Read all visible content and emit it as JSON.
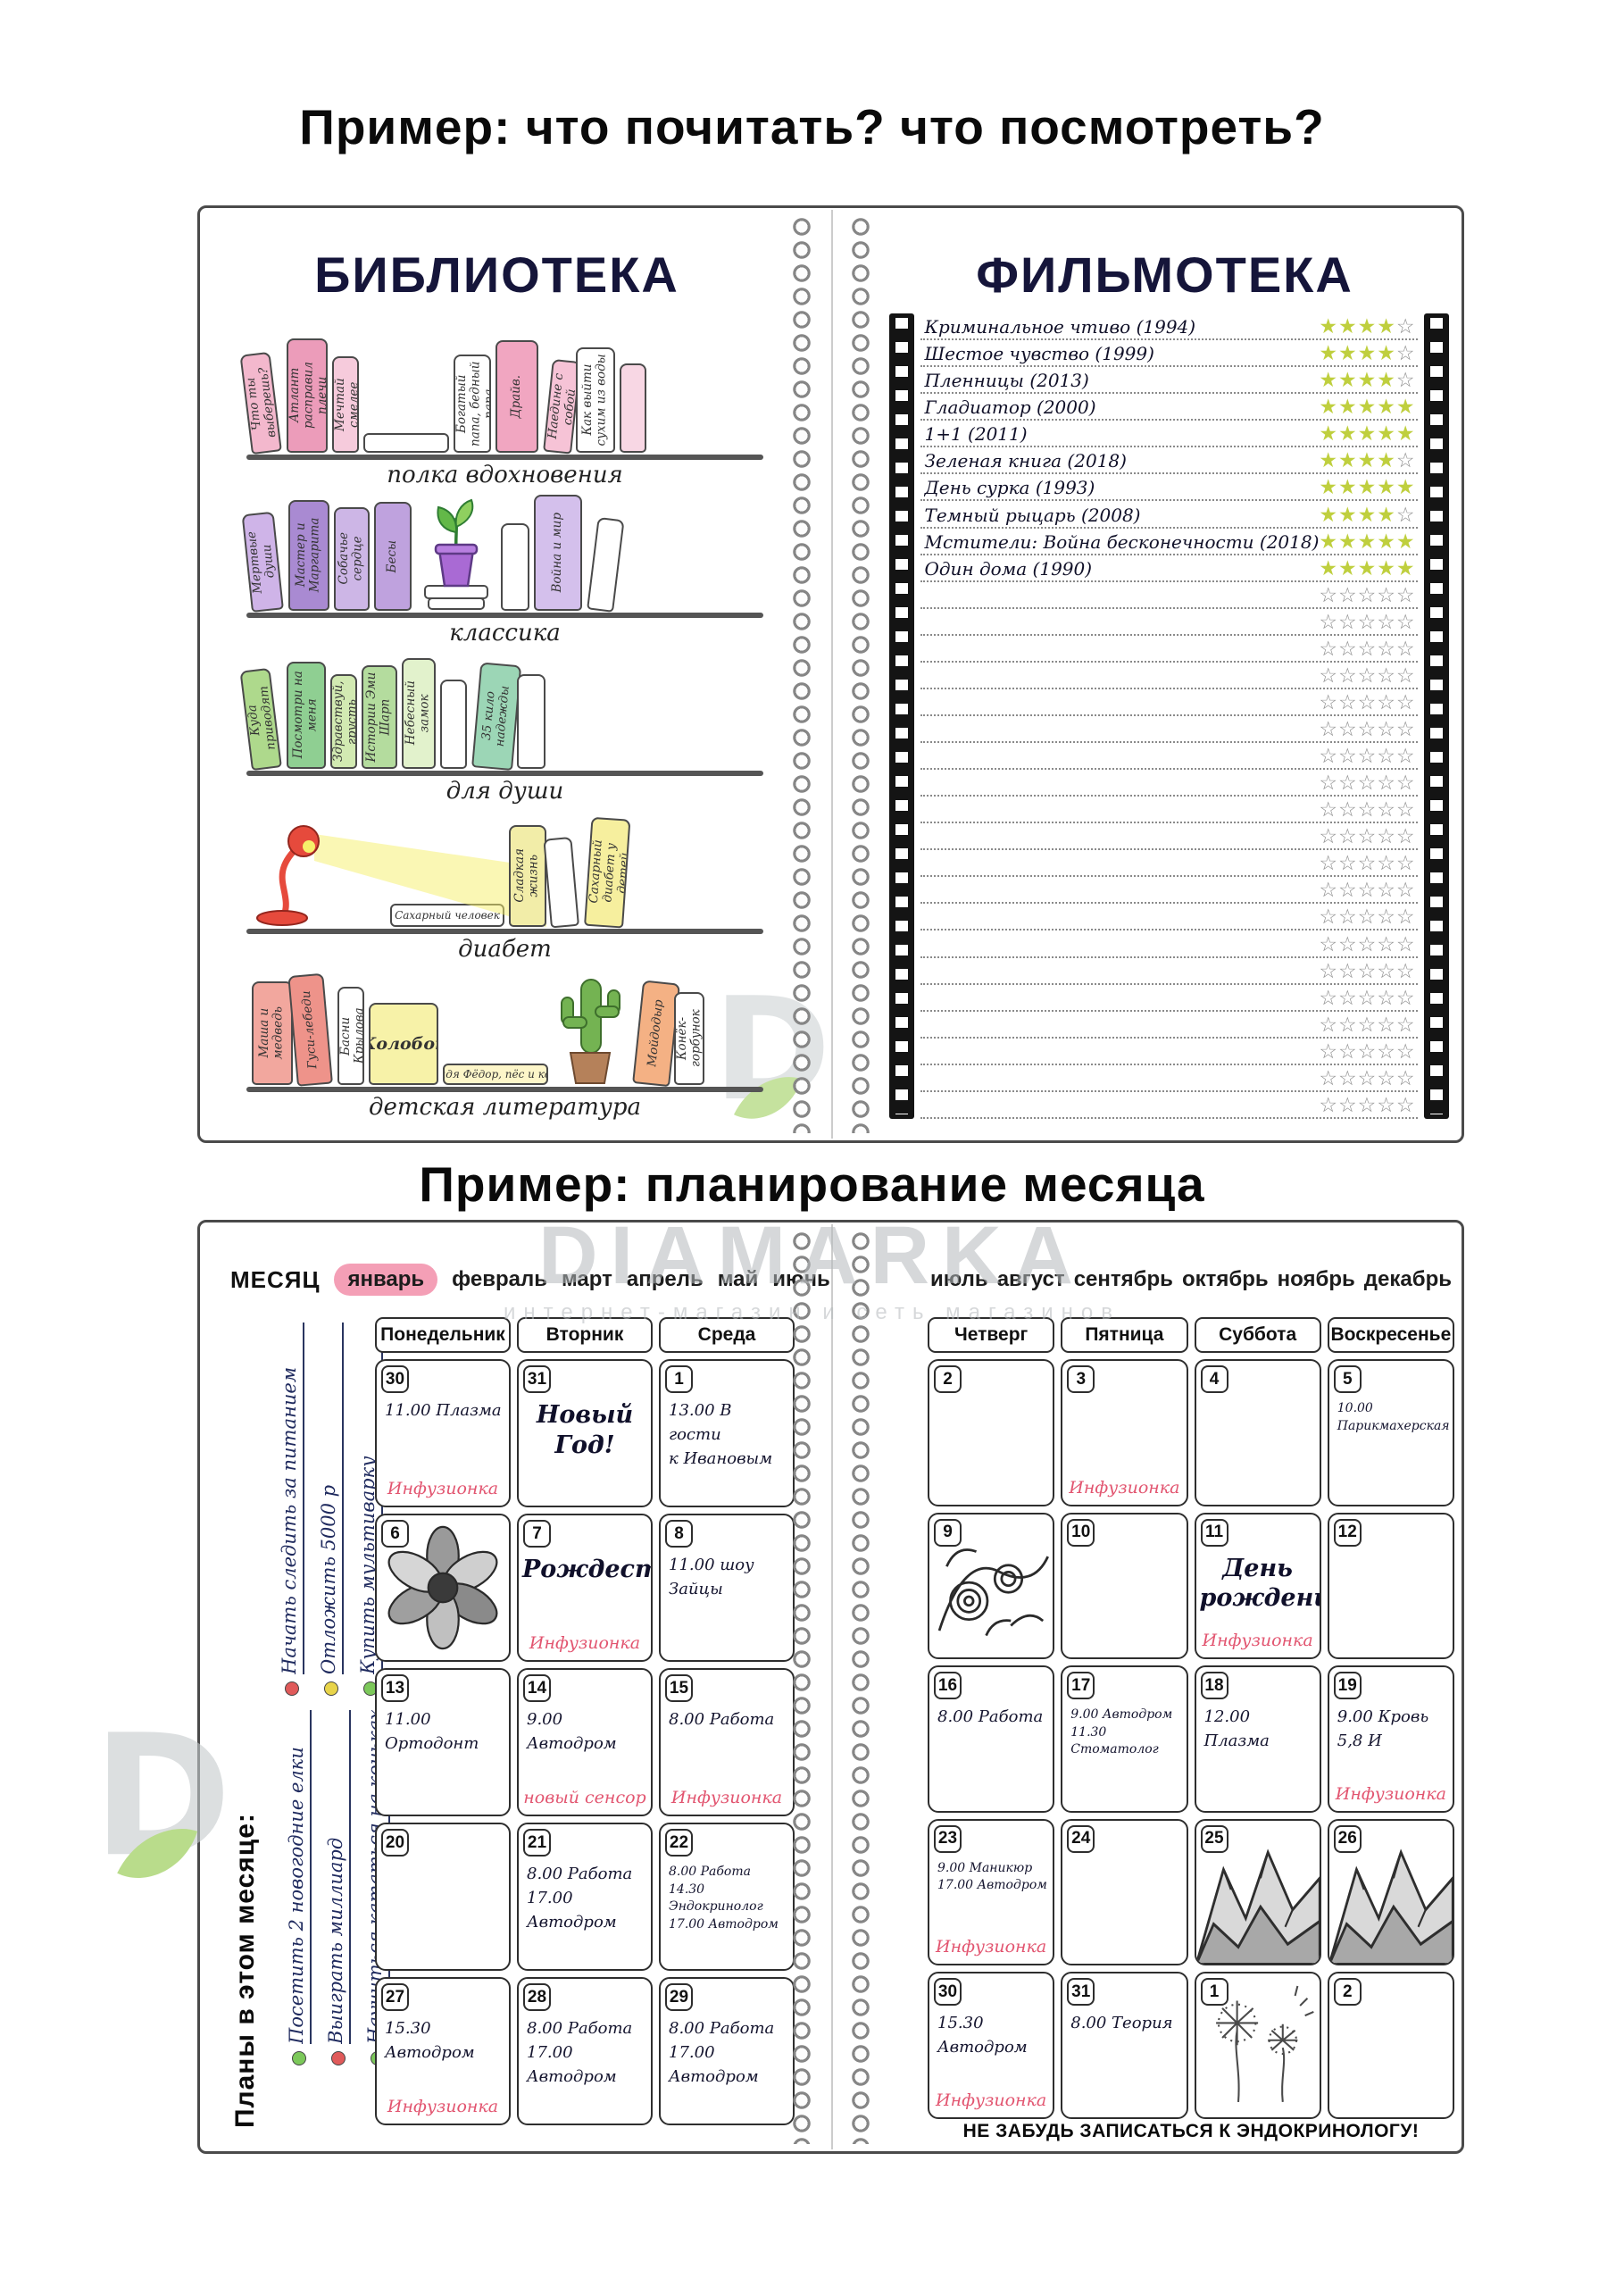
{
  "titles": {
    "example1": "Пример: что почитать? что посмотреть?",
    "example2": "Пример: планирование месяца"
  },
  "watermark": {
    "brand": "DIAMARKA",
    "subtitle": "интернет-магазин и сеть магазинов"
  },
  "library": {
    "title": "БИБЛИОТЕКА",
    "shelves": [
      {
        "label": "полка вдохновения",
        "items": [
          {
            "t": "b",
            "title": "Что ты выберешь?",
            "w": 34,
            "h": 112,
            "c": "#f3b8cd",
            "r": -7
          },
          {
            "t": "b",
            "title": "Атлант расправил плечи",
            "w": 46,
            "h": 128,
            "c": "#ec9cba"
          },
          {
            "t": "b",
            "title": "Мечтай смелее",
            "w": 30,
            "h": 108,
            "c": "#f6cbdc"
          },
          {
            "t": "flat",
            "title": "",
            "w": 96,
            "h": 22,
            "c": "#ffffff"
          },
          {
            "t": "b",
            "title": "Богатый папа, бедный папа",
            "w": 42,
            "h": 110,
            "c": "#ffffff"
          },
          {
            "t": "b",
            "title": "Драйв.",
            "w": 48,
            "h": 126,
            "c": "#f1a6c1"
          },
          {
            "t": "b",
            "title": "Наедине с собой",
            "w": 32,
            "h": 104,
            "c": "#f6c3d6",
            "r": 6
          },
          {
            "t": "b",
            "title": "Как выйти сухим из воды",
            "w": 44,
            "h": 118,
            "c": "#ffffff"
          },
          {
            "t": "b",
            "title": "",
            "w": 30,
            "h": 100,
            "c": "#f8d7e4"
          }
        ]
      },
      {
        "label": "классика",
        "items": [
          {
            "t": "b",
            "title": "Мертвые души",
            "w": 36,
            "h": 110,
            "c": "#cfb4e8",
            "r": -6
          },
          {
            "t": "b",
            "title": "Мастер и Маргарита",
            "w": 46,
            "h": 124,
            "c": "#a98ad2"
          },
          {
            "t": "b",
            "title": "Собачье сердце",
            "w": 40,
            "h": 116,
            "c": "#cdb6e6"
          },
          {
            "t": "b",
            "title": "Бесы",
            "w": 42,
            "h": 122,
            "c": "#bfa2de"
          },
          {
            "t": "plant"
          },
          {
            "t": "b",
            "title": "",
            "w": 32,
            "h": 98,
            "c": "#ffffff"
          },
          {
            "t": "b",
            "title": "Война и мир",
            "w": 54,
            "h": 130,
            "c": "#d4c0ec"
          },
          {
            "t": "b",
            "title": "",
            "w": 30,
            "h": 104,
            "c": "#ffffff",
            "r": 7
          }
        ]
      },
      {
        "label": "для души",
        "items": [
          {
            "t": "b",
            "title": "Куда приводят мечты",
            "w": 34,
            "h": 112,
            "c": "#aed98c",
            "r": -7
          },
          {
            "t": "b",
            "title": "Посмотри на меня",
            "w": 44,
            "h": 120,
            "c": "#8fcf92"
          },
          {
            "t": "b",
            "title": "Здравствуй, грусть",
            "w": 30,
            "h": 106,
            "c": "#d2eab2"
          },
          {
            "t": "b",
            "title": "Истории Эми Шарп",
            "w": 40,
            "h": 116,
            "c": "#b4dc9e"
          },
          {
            "t": "b",
            "title": "Небесный замок",
            "w": 38,
            "h": 124,
            "c": "#e2f2cc"
          },
          {
            "t": "b",
            "title": "",
            "w": 30,
            "h": 100,
            "c": "#ffffff"
          },
          {
            "t": "b",
            "title": "35 кило надежды",
            "w": 46,
            "h": 118,
            "c": "#9cd6b6",
            "r": 5
          },
          {
            "t": "b",
            "title": "",
            "w": 32,
            "h": 106,
            "c": "#ffffff"
          }
        ]
      },
      {
        "label": "диабет",
        "items": [
          {
            "t": "lamp"
          },
          {
            "t": "flat",
            "title": "Сахарный человек",
            "w": 128,
            "h": 26,
            "c": "#ffffff"
          },
          {
            "t": "b",
            "title": "Сладкая жизнь",
            "w": 42,
            "h": 114,
            "c": "#f2eda8"
          },
          {
            "t": "b",
            "title": "",
            "w": 32,
            "h": 100,
            "c": "#ffffff",
            "r": -5
          },
          {
            "t": "b",
            "title": "Сахарный диабет у детей",
            "w": 44,
            "h": 122,
            "c": "#f6ef9e",
            "r": 4
          }
        ]
      },
      {
        "label": "детская литература",
        "items": [
          {
            "t": "b",
            "title": "Маша и медведь",
            "w": 46,
            "h": 116,
            "c": "#f2a79e"
          },
          {
            "t": "b",
            "title": "Гуси-лебеди",
            "w": 40,
            "h": 124,
            "c": "#ee938a",
            "r": -5
          },
          {
            "t": "b",
            "title": "Басни Крылова",
            "w": 30,
            "h": 110,
            "c": "#ffffff"
          },
          {
            "t": "b",
            "title": "Колобок",
            "w": 78,
            "h": 92,
            "c": "#f7f2a8",
            "wide": true
          },
          {
            "t": "flat",
            "title": "Дядя Фёдор, пёс и кот",
            "w": 118,
            "h": 24,
            "c": "#fdf6c9"
          },
          {
            "t": "cactus"
          },
          {
            "t": "b",
            "title": "Мойдодыр",
            "w": 42,
            "h": 116,
            "c": "#f4b184",
            "r": 6
          },
          {
            "t": "b",
            "title": "Конёк-горбунок",
            "w": 34,
            "h": 104,
            "c": "#ffffff"
          }
        ]
      }
    ]
  },
  "films": {
    "title": "ФИЛЬМОТЕКА",
    "star_color": "#bfcf3e",
    "entries": [
      {
        "title": "Криминальное чтиво (1994)",
        "stars": 4
      },
      {
        "title": "Шестое чувство (1999)",
        "stars": 4
      },
      {
        "title": "Пленницы (2013)",
        "stars": 4
      },
      {
        "title": "Гладиатор (2000)",
        "stars": 5
      },
      {
        "title": "1+1 (2011)",
        "stars": 5
      },
      {
        "title": "Зеленая книга (2018)",
        "stars": 4
      },
      {
        "title": "День сурка (1993)",
        "stars": 5
      },
      {
        "title": "Темный рыцарь (2008)",
        "stars": 4
      },
      {
        "title": "Мстители: Война бесконечности (2018)",
        "stars": 5
      },
      {
        "title": "Один дома (1990)",
        "stars": 5
      }
    ],
    "empty_rows": 20
  },
  "planner": {
    "month_label": "МЕСЯЦ",
    "selected_month": "январь",
    "months_left": [
      "январь",
      "февраль",
      "март",
      "апрель",
      "май",
      "июнь"
    ],
    "months_right": [
      "июль",
      "август",
      "сентябрь",
      "октябрь",
      "ноябрь",
      "декабрь"
    ],
    "goals_top": [
      {
        "text": "Начать следить за питанием",
        "dot": "#e05a5a"
      },
      {
        "text": "Отложить 5000 р",
        "dot": "#e8d44a"
      },
      {
        "text": "Купить мультиварку",
        "dot": "#7cc85a"
      }
    ],
    "plans_title": "Планы в этом месяце:",
    "plans": [
      {
        "text": "Посетить 2 новогодние елки",
        "dot": "#7cc85a"
      },
      {
        "text": "Выиграть миллиард",
        "dot": "#e05a5a"
      },
      {
        "text": "Научиться кататься на коньках",
        "dot": "#7cc85a"
      }
    ],
    "weekdays_left": [
      "Понедельник",
      "Вторник",
      "Среда"
    ],
    "weekdays_right": [
      "Четверг",
      "Пятница",
      "Суббота",
      "Воскресенье"
    ],
    "cells_left": [
      {
        "d": "30",
        "lines": [
          "11.00 Плазма"
        ],
        "accent": "Инфузионка"
      },
      {
        "d": "31",
        "script": [
          "Новый",
          "Год!"
        ]
      },
      {
        "d": "1",
        "lines": [
          "13.00 В гости",
          "к Ивановым"
        ]
      },
      {
        "d": "6",
        "image": "flower"
      },
      {
        "d": "7",
        "script": [
          "Рождество"
        ],
        "accent": "Инфузионка"
      },
      {
        "d": "8",
        "lines": [
          "11.00 шоу Зайцы"
        ]
      },
      {
        "d": "13",
        "lines": [
          "11.00 Ортодонт"
        ]
      },
      {
        "d": "14",
        "lines": [
          "9.00 Автодром"
        ],
        "accent": "новый сенсор"
      },
      {
        "d": "15",
        "lines": [
          "8.00 Работа"
        ],
        "accent": "Инфузионка"
      },
      {
        "d": "20"
      },
      {
        "d": "21",
        "lines": [
          "8.00 Работа",
          "17.00 Автодром"
        ]
      },
      {
        "d": "22",
        "lines": [
          "8.00 Работа",
          "14.30 Эндокринолог",
          "17.00 Автодром"
        ],
        "small": true
      },
      {
        "d": "27",
        "lines": [
          "15.30 Автодром"
        ],
        "accent": "Инфузионка"
      },
      {
        "d": "28",
        "lines": [
          "8.00 Работа",
          "17.00 Автодром"
        ]
      },
      {
        "d": "29",
        "lines": [
          "8.00 Работа",
          "17.00 Автодром"
        ]
      }
    ],
    "cells_right": [
      {
        "d": "2"
      },
      {
        "d": "3",
        "accent": "Инфузионка"
      },
      {
        "d": "4"
      },
      {
        "d": "5",
        "lines": [
          "10.00 Парикмахерская"
        ],
        "small": true
      },
      {
        "d": "9",
        "image": "ornament"
      },
      {
        "d": "10"
      },
      {
        "d": "11",
        "script": [
          "День",
          "рождения!"
        ],
        "accent": "Инфузионка"
      },
      {
        "d": "12"
      },
      {
        "d": "16",
        "lines": [
          "8.00 Работа"
        ]
      },
      {
        "d": "17",
        "lines": [
          "9.00 Автодром",
          "11.30 Стоматолог"
        ],
        "small": true
      },
      {
        "d": "18",
        "lines": [
          "12.00 Плазма"
        ]
      },
      {
        "d": "19",
        "lines": [
          "9.00 Кровь",
          "5,8 И"
        ],
        "accent": "Инфузионка"
      },
      {
        "d": "23",
        "lines": [
          "9.00 Маникюр",
          "17.00 Автодром"
        ],
        "small": true,
        "accent": "Инфузионка"
      },
      {
        "d": "24"
      },
      {
        "d": "25",
        "image": "mountains"
      },
      {
        "d": "26",
        "image": "mountains"
      },
      {
        "d": "30",
        "lines": [
          "15.30 Автодром"
        ],
        "accent": "Инфузионка"
      },
      {
        "d": "31",
        "lines": [
          "8.00 Теория"
        ]
      },
      {
        "d": "1",
        "image": "dandelion"
      },
      {
        "d": "2"
      }
    ],
    "note": "НЕ ЗАБУДЬ ЗАПИСАТЬСЯ К ЭНДОКРИНОЛОГУ!"
  }
}
